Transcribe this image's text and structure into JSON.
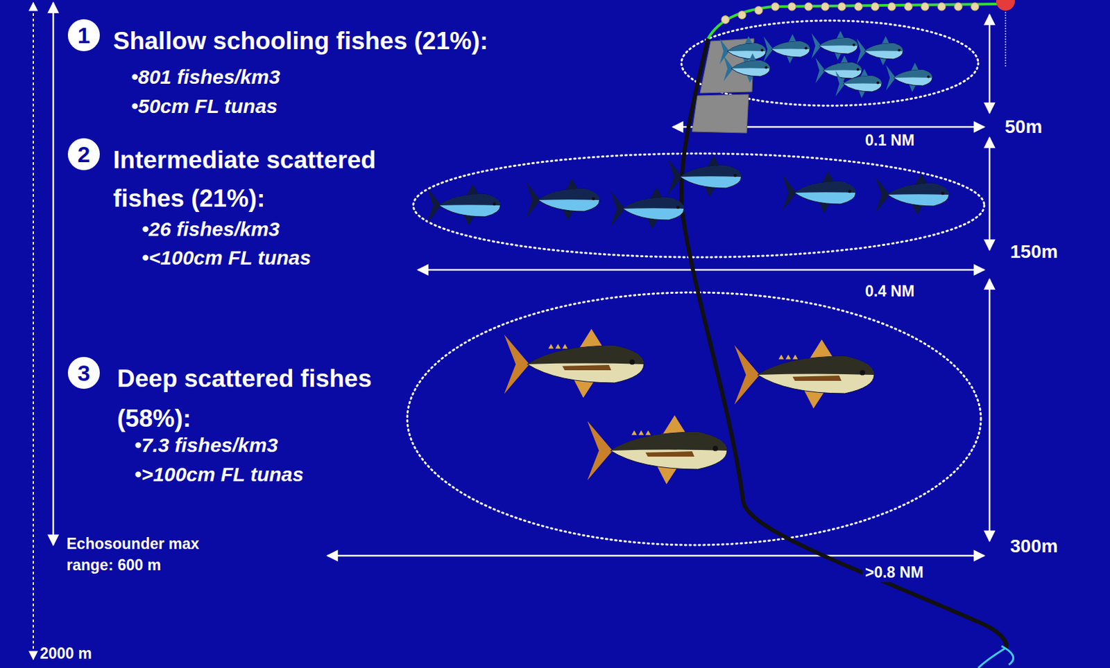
{
  "diagram": {
    "labels": [
      "1",
      "Shallow schooling fishes (21%):",
      "•801 fishes/km3",
      "•50cm FL tunas",
      "2",
      "Intermediate scattered fishes (21%):",
      "•26 fishes/km3",
      "•<100cm FL tunas",
      "3",
      "Deep scattered fishes (58%):",
      "•7.3 fishes/km3",
      "•>100cm FL tunas",
      "Echosounder max range: 600 m",
      "2000 m",
      "0.1 NM",
      "50m",
      "0.4 NM",
      "150m",
      "300m",
      ">0.8 NM"
    ]
  }
}
